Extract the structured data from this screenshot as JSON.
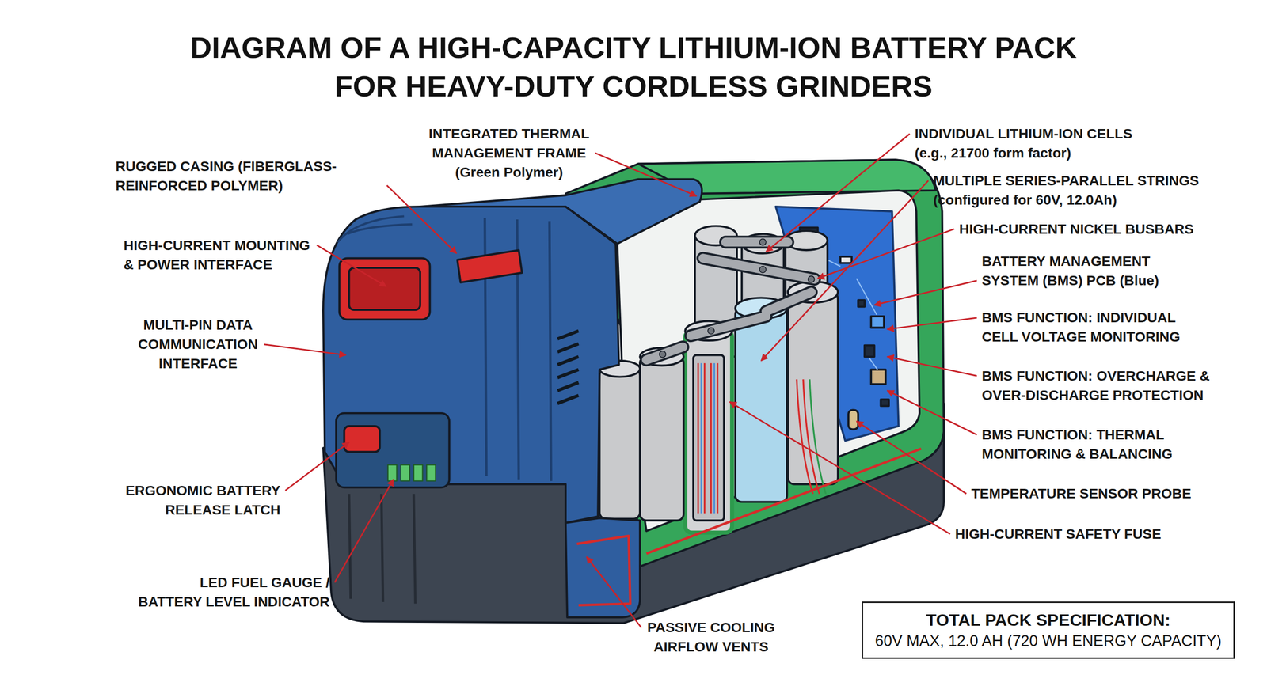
{
  "diagram": {
    "title": "DIAGRAM OF A HIGH-CAPACITY LITHIUM-ION BATTERY PACK FOR HEAVY-DUTY CORDLESS GRINDERS",
    "nodes": [
      {
        "text": [
          "TOTAL PACK SPECIFICATION:",
          "60V MAX, 12.0 AH (720 WH ENERGY CAPACITY)"
        ]
      }
    ],
    "labels": [
      "RUGGED CASING (FIBERGLASS-REINFORCED POLYMER)",
      "HIGH-CURRENT MOUNTING & POWER INTERFACE",
      "MULTI-PIN DATA COMMUNICATION INTERFACE",
      "ERGONOMIC BATTERY RELEASE LATCH",
      "LED FUEL GAUGE / BATTERY LEVEL INDICATOR",
      "INTEGRATED THERMAL MANAGEMENT FRAME (Green Polymer)",
      "INDIVIDUAL LITHIUM-ION CELLS (e.g., 21700 form factor)",
      "MULTIPLE SERIES-PARALLEL STRINGS (configured for 60V, 12.0Ah)",
      "HIGH-CURRENT NICKEL BUSBARS",
      "BATTERY MANAGEMENT SYSTEM (BMS) PCB (Blue)",
      "BMS FUNCTION: INDIVIDUAL CELL VOLTAGE MONITORING",
      "BMS FUNCTION: OVERCHARGE & OVER-DISCHARGE PROTECTION",
      "BMS FUNCTION: THERMAL MONITORING & BALANCING",
      "TEMPERATURE SENSOR PROBE",
      "HIGH-CURRENT SAFETY FUSE",
      "PASSIVE COOLING AIRFLOW VENTS"
    ]
  }
}
